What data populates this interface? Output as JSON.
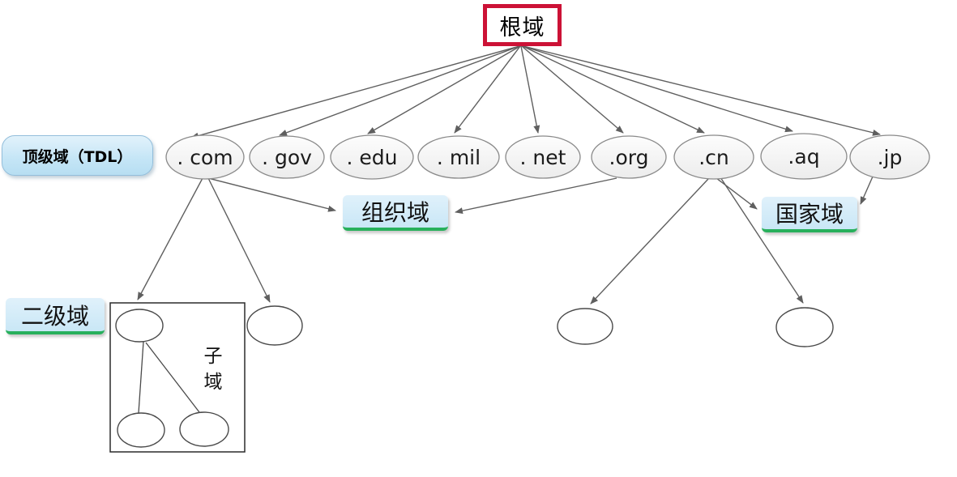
{
  "root_label": "根域",
  "tld_group_label": "顶级域（TDL）",
  "tlds": [
    ". com",
    ". gov",
    ". edu",
    ". mil",
    ". net",
    ".org",
    ".cn",
    ".aq",
    ".jp"
  ],
  "org_domain_label": "组织域",
  "country_domain_label": "国家域",
  "second_level_label": "二级域",
  "subdomain_label": "子域",
  "colors": {
    "root_border": "#cc1236",
    "tag_background": "#cde8f7",
    "tag_underline_green": "#28b05c",
    "arrow": "#5f5f5f",
    "node_stroke": "#8a8a8a"
  }
}
